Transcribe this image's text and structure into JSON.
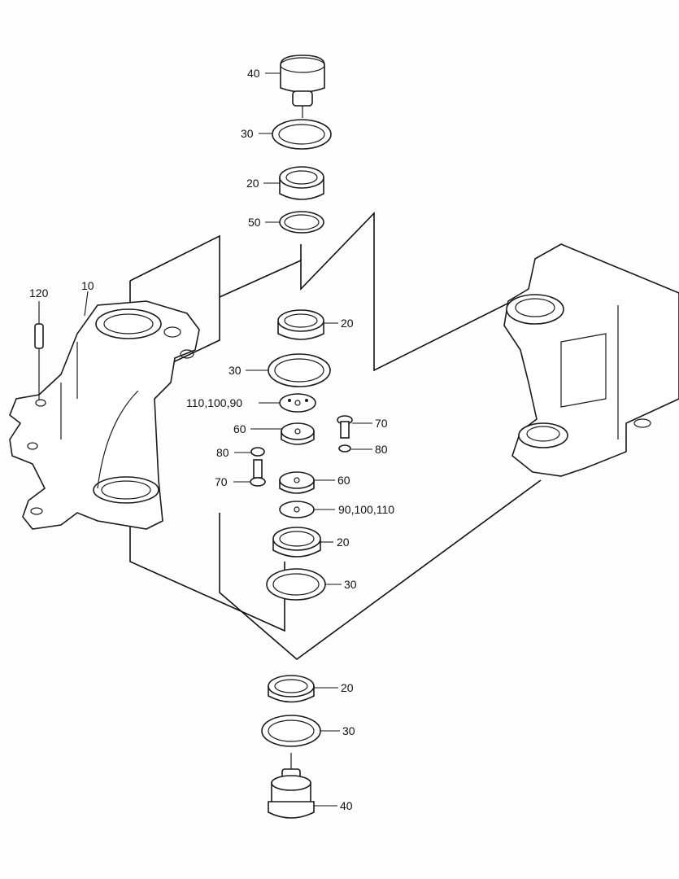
{
  "callouts": {
    "c40_top": "40",
    "c30_top": "30",
    "c20_top": "20",
    "c50": "50",
    "c120": "120",
    "c10": "10",
    "c20_upper": "20",
    "c30_upper": "30",
    "c110_100_90": "110,100,90",
    "c60_left": "60",
    "c70_right": "70",
    "c80_left": "80",
    "c80_right": "80",
    "c70_left": "70",
    "c60_right": "60",
    "c90_100_110": "90,100,110",
    "c20_mid": "20",
    "c30_mid": "30",
    "c20_bottom": "20",
    "c30_bottom": "30",
    "c40_bottom": "40"
  }
}
